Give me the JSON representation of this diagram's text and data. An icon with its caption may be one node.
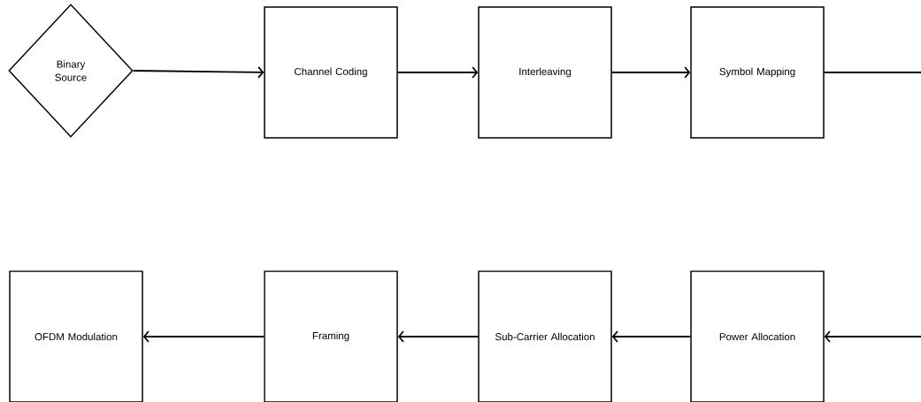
{
  "diagram": {
    "nodes": [
      {
        "text": [
          "Binary Source"
        ]
      },
      {
        "text": [
          "Channel Coding"
        ]
      },
      {
        "text": [
          "Interleaving"
        ]
      },
      {
        "text": [
          "Symbol Mapping"
        ]
      },
      {
        "text": [
          "OFDM Modulation"
        ]
      },
      {
        "text": [
          "Framing"
        ]
      },
      {
        "text": [
          "Sub-Carrier Allocation"
        ]
      },
      {
        "text": [
          "Power Allocation"
        ]
      }
    ],
    "edges": [
      {
        "from": 0,
        "to": 1,
        "arrow": "to"
      },
      {
        "from": 1,
        "to": 2,
        "arrow": "to"
      },
      {
        "from": 2,
        "to": 3,
        "arrow": "to"
      },
      {
        "from": 3,
        "to": null,
        "arrow": "none"
      },
      {
        "from": null,
        "to": 7,
        "arrow": "to"
      },
      {
        "from": 7,
        "to": 6,
        "arrow": "to"
      },
      {
        "from": 6,
        "to": 5,
        "arrow": "to"
      },
      {
        "from": 5,
        "to": 4,
        "arrow": "to"
      }
    ]
  }
}
